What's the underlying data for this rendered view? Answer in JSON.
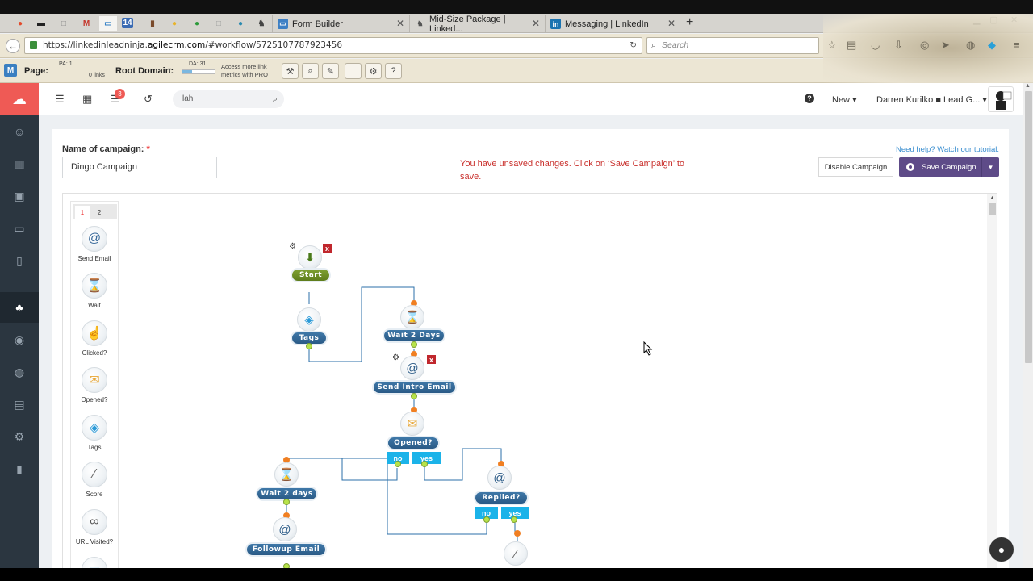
{
  "browser": {
    "tabs": [
      {
        "label": "Form Builder"
      },
      {
        "label": "Mid-Size Package | Linked..."
      },
      {
        "label": "Messaging | LinkedIn"
      }
    ],
    "url_prefix": "https://linkedinleadninja.",
    "url_domain": "agilecrm.com",
    "url_suffix": "/#workflow/5725107787923456",
    "search_placeholder": "Search"
  },
  "seobar": {
    "page_label": "Page:",
    "pa": "PA: 1",
    "links": "0 links",
    "root_domain_label": "Root Domain:",
    "da": "DA: 31",
    "pro_note_1": "Access more link",
    "pro_note_2": "metrics with PRO"
  },
  "header": {
    "notification_count": "3",
    "search_value": "lah",
    "new_label": "New",
    "user_label": "Darren Kurilko ■ Lead G..."
  },
  "campaign": {
    "name_label": "Name of campaign:",
    "required_mark": "*",
    "name_value": "Dingo Campaign",
    "unsaved_message": "You have unsaved changes. Click on ‘Save Campaign’ to save.",
    "need_help": "Need help? Watch our tutorial.",
    "disable_label": "Disable Campaign",
    "save_label": "Save Campaign"
  },
  "palette": {
    "tabs": [
      "1",
      "2"
    ],
    "items": [
      {
        "label": "Send Email",
        "icon": "at-icon"
      },
      {
        "label": "Wait",
        "icon": "hourglass-icon"
      },
      {
        "label": "Clicked?",
        "icon": "cursor-click-icon"
      },
      {
        "label": "Opened?",
        "icon": "envelope-icon"
      },
      {
        "label": "Tags",
        "icon": "tag-icon"
      },
      {
        "label": "Score",
        "icon": "score-icon"
      },
      {
        "label": "URL Visited?",
        "icon": "link-icon"
      }
    ]
  },
  "workflow": {
    "start": "Start",
    "tags": "Tags",
    "wait_2_days_a": "Wait 2 Days",
    "send_intro_email": "Send Intro Email",
    "opened": "Opened?",
    "no": "no",
    "yes": "yes",
    "wait_2_days_b": "Wait 2 days",
    "followup_email": "Followup Email",
    "replied": "Replied?",
    "no2": "no",
    "yes2": "yes",
    "delete_mark": "x"
  },
  "colors": {
    "accent": "#5e4b88",
    "brand": "#ef5a55",
    "sidebar": "#2b3640",
    "node_pill": "#2a5a86",
    "branch": "#1bb3e9",
    "warning_text": "#c9302c"
  }
}
